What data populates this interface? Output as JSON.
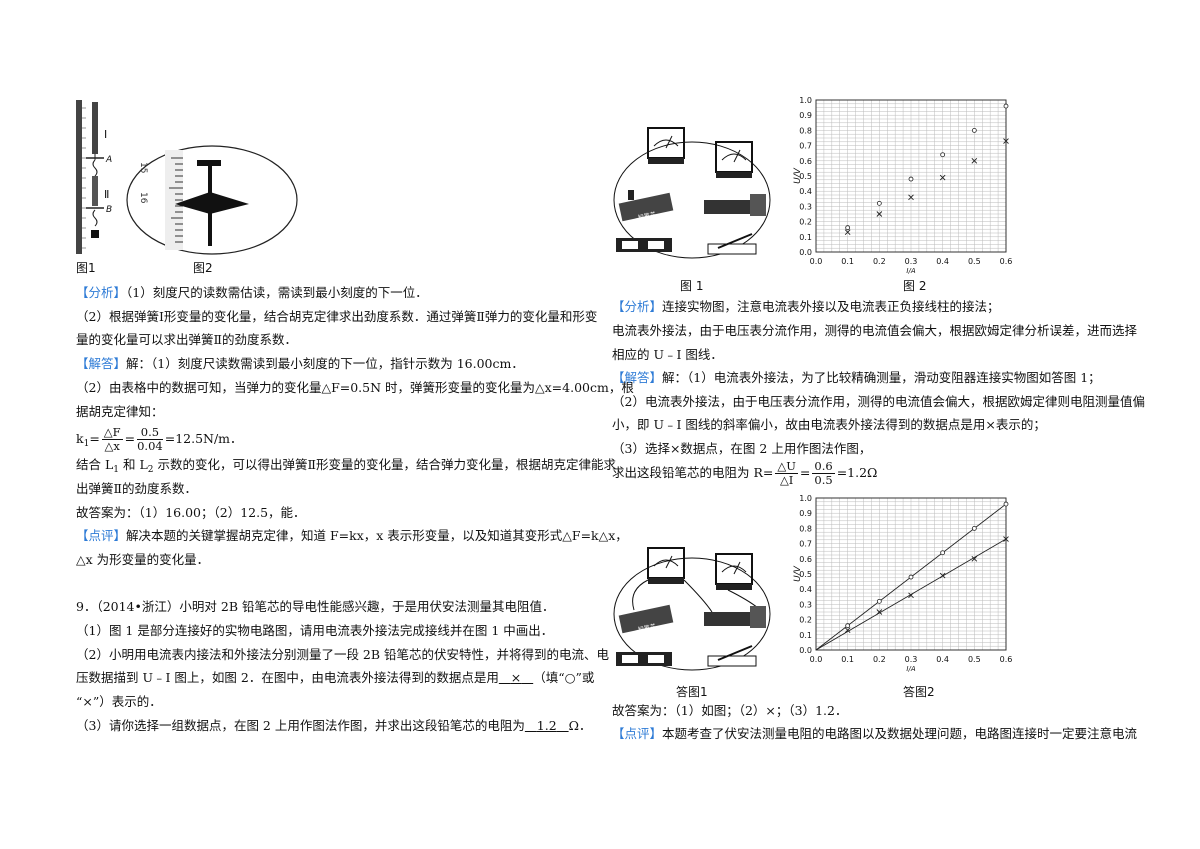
{
  "left": {
    "fig1_caption": "图1",
    "fig2_caption": "图2",
    "fig1_labels": {
      "spring1": "Ⅰ",
      "a": "A",
      "spring2": "Ⅱ",
      "b": "B"
    },
    "fig2_labels": {
      "t15": "15",
      "t16": "16"
    },
    "analysis_tag": "【分析】",
    "analysis_1": "（1）刻度尺的读数需估读，需读到最小刻度的下一位．",
    "analysis_2a": "（2）根据弹簧Ⅰ形变量的变化量，结合胡克定律求出劲度系数．通过弹簧Ⅱ弹力的变化量和形变",
    "analysis_2b": "量的变化量可以求出弹簧Ⅱ的劲度系数．",
    "solution_tag": "【解答】",
    "solution_1": "解：（1）刻度尺读数需读到最小刻度的下一位，指针示数为 16.00cm．",
    "solution_2a": "（2）由表格中的数据可知，当弹力的变化量△F=0.5N 时，弹簧形变量的变化量为△x=4.00cm，根",
    "solution_2b": "据胡克定律知：",
    "formula": {
      "lhs": "k",
      "sub1": "1",
      "eq": "=",
      "num1": "△F",
      "den1": "△x",
      "num2": "0.5",
      "den2": "0.04",
      "result": "=12.5N/m．"
    },
    "solution_3a_pre": "结合 L",
    "solution_3a_s1": "1",
    "solution_3a_mid": " 和 L",
    "solution_3a_s2": "2",
    "solution_3a_post": " 示数的变化，可以得出弹簧Ⅱ形变量的变化量，结合弹力变化量，根据胡克定律能求",
    "solution_3b": "出弹簧Ⅱ的劲度系数．",
    "answer": "故答案为：（1）16.00；（2）12.5，能．",
    "comment_tag": "【点评】",
    "comment_a": "解决本题的关键掌握胡克定律，知道 F=kx，x 表示形变量，以及知道其变形式△F=k△x，",
    "comment_b": "△x 为形变量的变化量．",
    "q9_title": "9．（2014•浙江）小明对 2B 铅笔芯的导电性能感兴趣，于是用伏安法测量其电阻值．",
    "q9_1": "（1）图 1 是部分连接好的实物电路图，请用电流表外接法完成接线并在图 1 中画出．",
    "q9_2a": "（2）小明用电流表内接法和外接法分别测量了一段 2B 铅笔芯的伏安特性，并将得到的电流、电",
    "q9_2b": "压数据描到 U﹣I 图上，如图 2．在图中，由电流表外接法得到的数据点是用",
    "q9_2b_ans": "×",
    "q9_2b_post": "（填“○”或",
    "q9_2c": "“×”）表示的．",
    "q9_3_pre": "（3）请你选择一组数据点，在图 2 上用作图法作图，并求出这段铅笔芯的电阻为",
    "q9_3_ans": "1.2",
    "q9_3_post": "Ω．"
  },
  "right": {
    "fig1_caption": "图 1",
    "fig2_caption": "图 2",
    "ans_fig1_caption": "答图1",
    "ans_fig2_caption": "答图2",
    "circuit_label": "铅笔芯",
    "analysis_tag": "【分析】",
    "analysis_1": "连接实物图，注意电流表外接以及电流表正负接线柱的接法；",
    "analysis_2a": "电流表外接法，由于电压表分流作用，测得的电流值会偏大，根据欧姆定律分析误差，进而选择",
    "analysis_2b": "相应的 U﹣I 图线．",
    "solution_tag": "【解答】",
    "solution_1": "解：（1）电流表外接法，为了比较精确测量，滑动变阻器连接实物图如答图 1；",
    "solution_2a": "（2）电流表外接法，由于电压表分流作用，测得的电流值会偏大，根据欧姆定律则电阻测量值偏",
    "solution_2b": "小，即 U﹣I 图线的斜率偏小，故由电流表外接法得到的数据点是用×表示的；",
    "solution_3": "（3）选择×数据点，在图 2 上用作图法作图，",
    "solution_4_pre": "求出这段铅笔芯的电阻为 R=",
    "formula": {
      "num1": "△U",
      "den1": "△I",
      "num2": "0.6",
      "den2": "0.5",
      "result": "=1.2Ω"
    },
    "answer": "故答案为：（1）如图；（2）×；（3）1.2．",
    "comment_tag": "【点评】",
    "comment": "本题考查了伏安法测量电阻的电路图以及数据处理问题，电路图连接时一定要注意电流"
  },
  "chart_data": [
    {
      "type": "scatter",
      "title": "图 2",
      "xlabel": "I/A",
      "ylabel": "U/V",
      "xlim": [
        0,
        0.6
      ],
      "ylim": [
        0,
        1.0
      ],
      "xticks": [
        "0.0",
        "0.1",
        "0.2",
        "0.3",
        "0.4",
        "0.5",
        "0.6"
      ],
      "yticks": [
        "0.0",
        "0.1",
        "0.2",
        "0.3",
        "0.4",
        "0.5",
        "0.6",
        "0.7",
        "0.8",
        "0.9",
        "1.0"
      ],
      "grid": true,
      "series": [
        {
          "marker": "circle",
          "x": [
            0.1,
            0.2,
            0.3,
            0.4,
            0.5,
            0.6
          ],
          "y": [
            0.16,
            0.32,
            0.48,
            0.64,
            0.8,
            0.96
          ]
        },
        {
          "marker": "cross",
          "x": [
            0.1,
            0.2,
            0.3,
            0.4,
            0.5,
            0.6
          ],
          "y": [
            0.13,
            0.25,
            0.36,
            0.49,
            0.6,
            0.73
          ]
        }
      ]
    },
    {
      "type": "line",
      "title": "答图2",
      "xlabel": "I/A",
      "ylabel": "U/V",
      "xlim": [
        0,
        0.6
      ],
      "ylim": [
        0,
        1.0
      ],
      "xticks": [
        "0.0",
        "0.1",
        "0.2",
        "0.3",
        "0.4",
        "0.5",
        "0.6"
      ],
      "yticks": [
        "0.0",
        "0.1",
        "0.2",
        "0.3",
        "0.4",
        "0.5",
        "0.6",
        "0.7",
        "0.8",
        "0.9",
        "1.0"
      ],
      "grid": true,
      "series": [
        {
          "marker": "circle",
          "x": [
            0.1,
            0.2,
            0.3,
            0.4,
            0.5,
            0.6
          ],
          "y": [
            0.16,
            0.32,
            0.48,
            0.64,
            0.8,
            0.96
          ]
        },
        {
          "marker": "cross",
          "x": [
            0.1,
            0.2,
            0.3,
            0.4,
            0.5,
            0.6
          ],
          "y": [
            0.13,
            0.25,
            0.36,
            0.49,
            0.6,
            0.73
          ]
        }
      ]
    }
  ]
}
